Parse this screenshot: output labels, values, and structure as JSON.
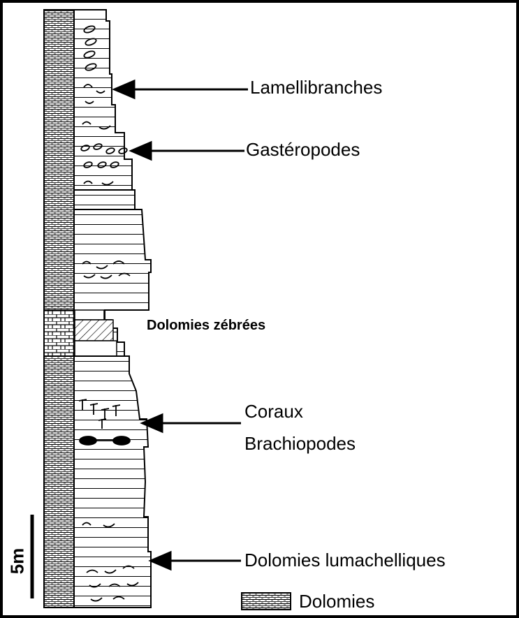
{
  "labels": {
    "lamellibranches": "Lamellibranches",
    "gasteropodes": "Gastéropodes",
    "dolomies_zebrees": "Dolomies zébrées",
    "coraux": "Coraux",
    "brachiopodes": "Brachiopodes",
    "dolomies_lumachelliques": "Dolomies lumachelliques",
    "legend_dolomies": "Dolomies",
    "scale": "5m"
  }
}
